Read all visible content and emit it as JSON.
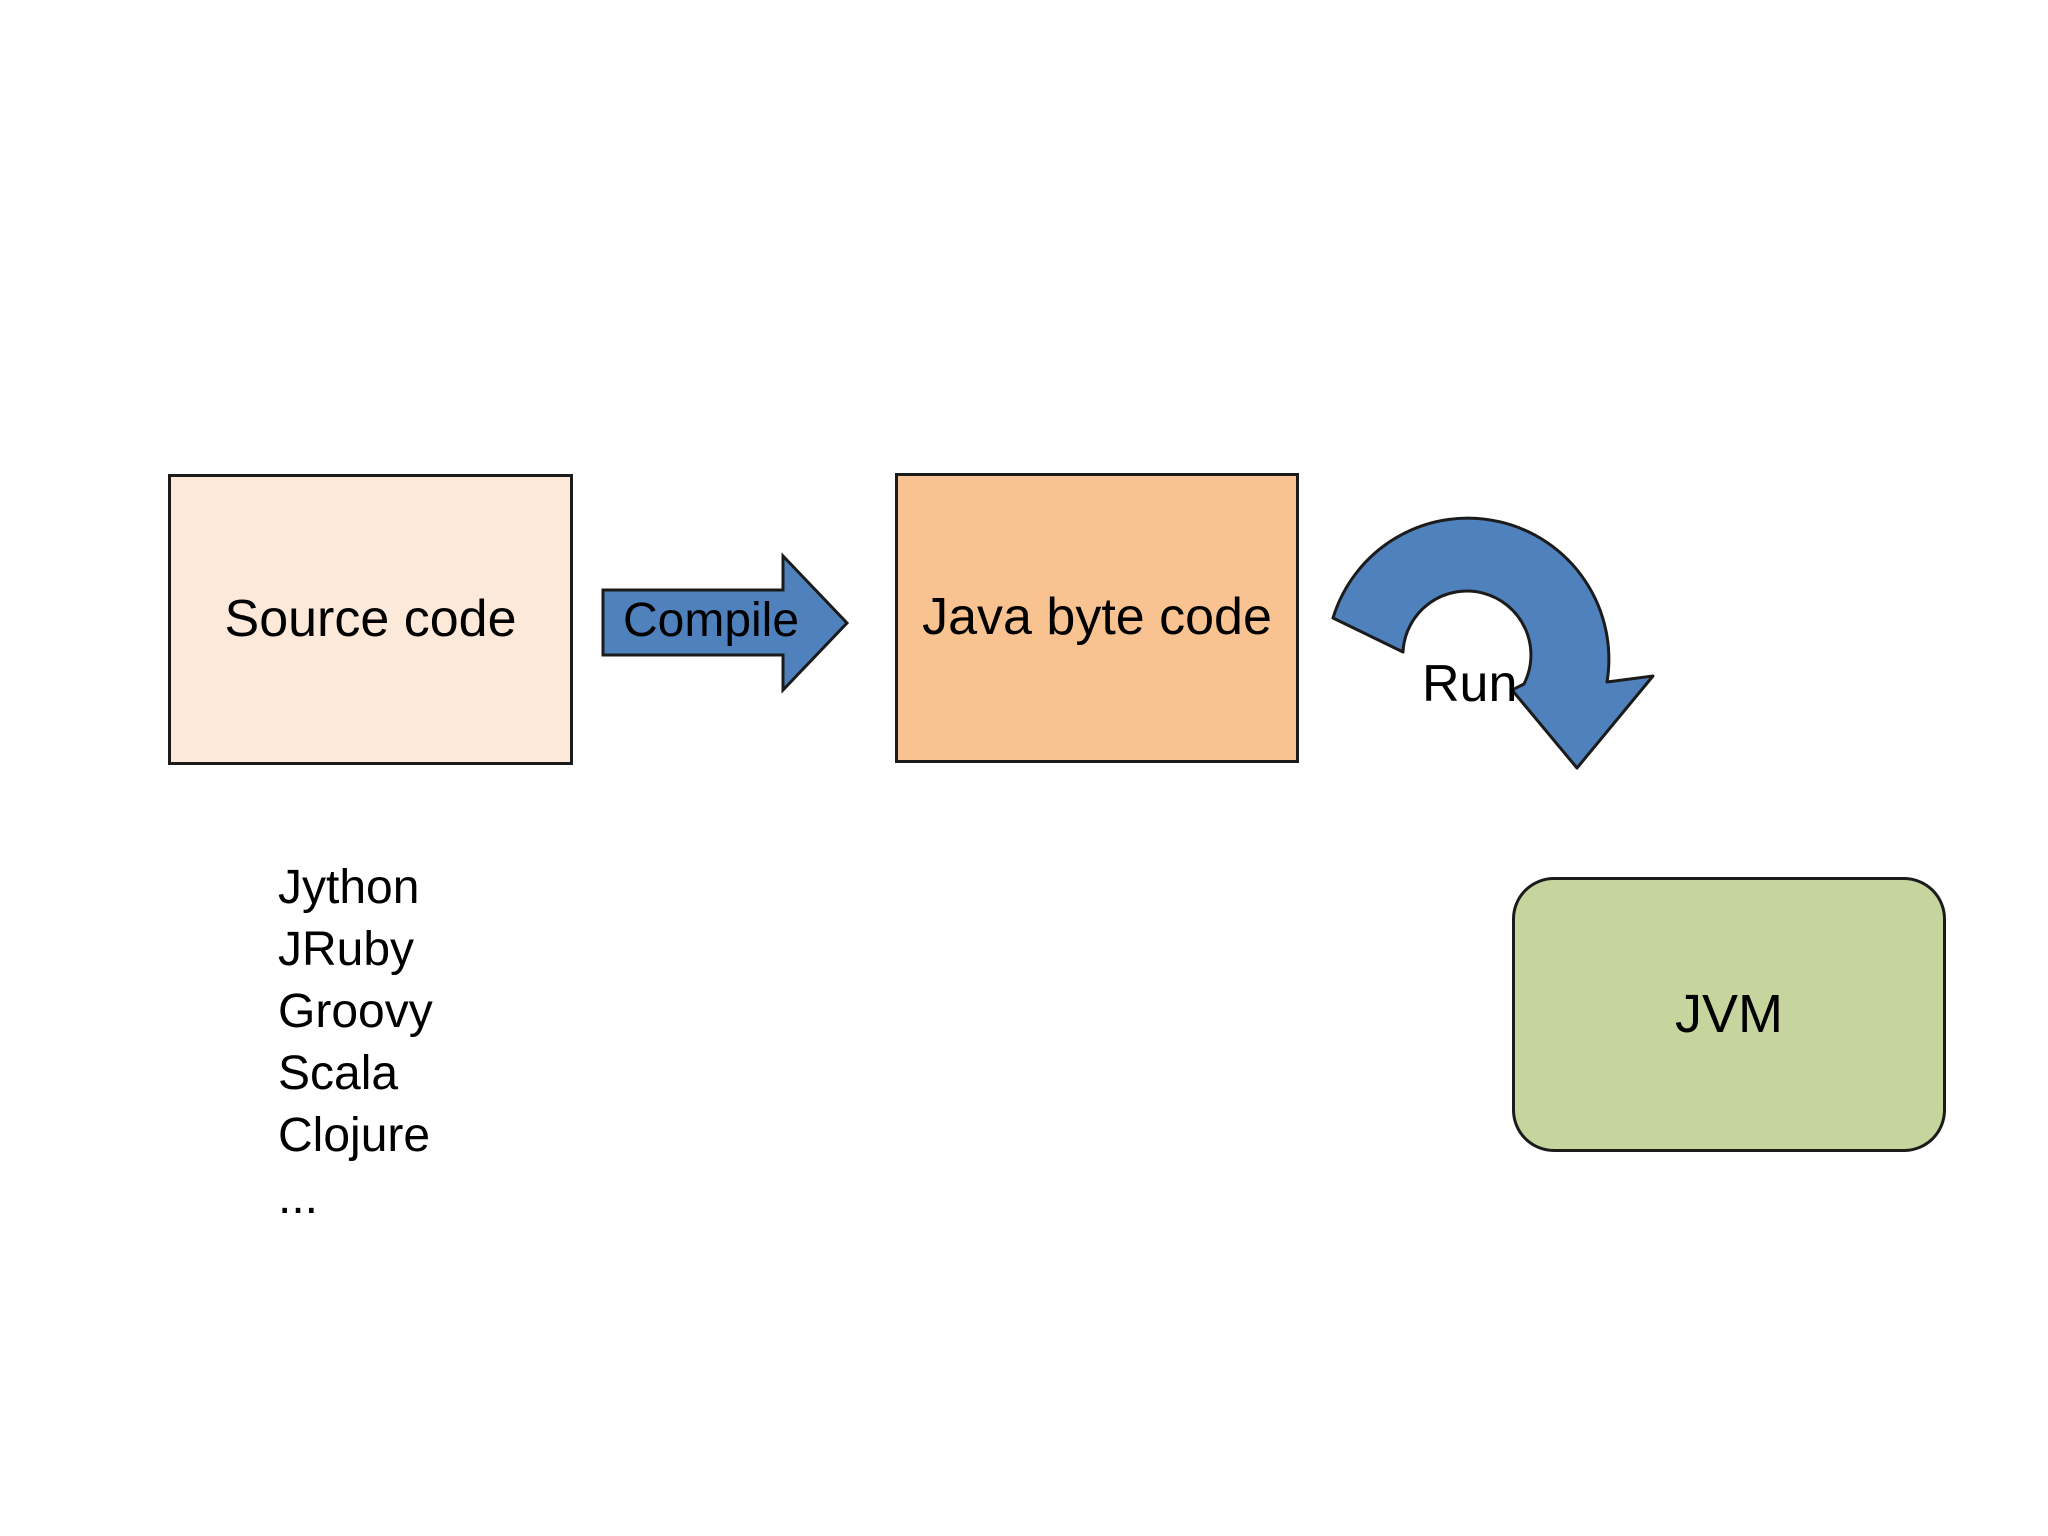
{
  "diagram": {
    "nodes": {
      "source": {
        "label": "Source code",
        "fill": "#fde9d9"
      },
      "bytecode": {
        "label": "Java byte code",
        "fill": "#f9c291"
      },
      "jvm": {
        "label": "JVM",
        "fill": "#c6d59e"
      }
    },
    "arrows": {
      "compile": {
        "label": "Compile",
        "fill": "#4f81bd"
      },
      "run": {
        "label": "Run",
        "fill": "#4f81bd"
      }
    },
    "outline_color": "#1b1b1b",
    "background_color": "#ffffff",
    "languages": [
      "Jython",
      "JRuby",
      "Groovy",
      "Scala",
      "Clojure",
      "..."
    ]
  }
}
